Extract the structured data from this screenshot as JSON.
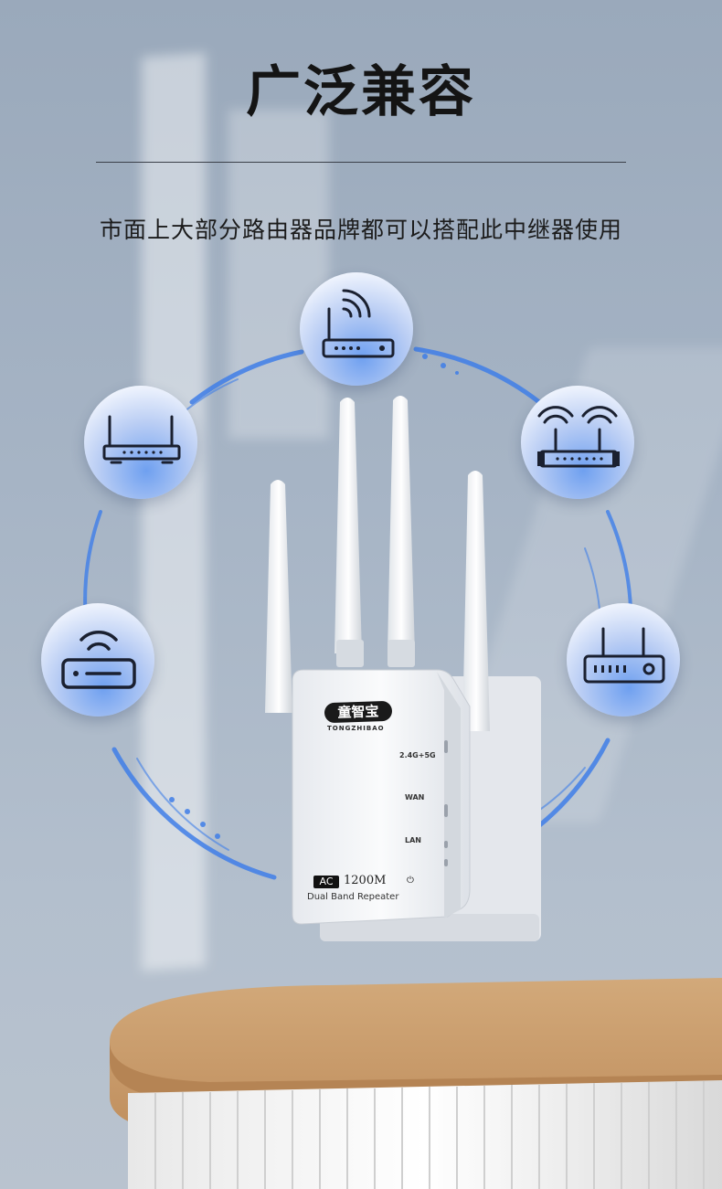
{
  "heading": "广泛兼容",
  "subheading": "市面上大部分路由器品牌都可以搭配此中继器使用",
  "device": {
    "brand": "童智宝",
    "brand_sub": "TONGZHIBAO",
    "indicator_band": "2.4G+5G",
    "indicator_wan": "WAN",
    "indicator_lan": "LAN",
    "ac_badge": "AC",
    "model": "1200M",
    "model_sub": "Dual Band Repeater"
  },
  "icons": [
    "router-top-antenna-icon",
    "router-dual-antenna-icon",
    "router-wifi-rounded-icon",
    "router-box-icon",
    "router-left-antenna-icon"
  ],
  "colors": {
    "accent": "#3f7ee8",
    "title": "#141414"
  }
}
